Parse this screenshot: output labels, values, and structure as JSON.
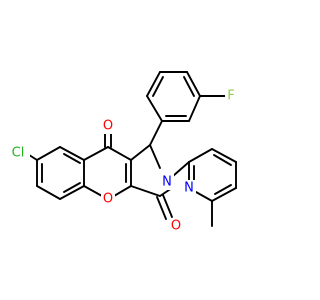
{
  "image": {
    "background": "#ffffff",
    "bond_color": "#000000"
  },
  "atoms": [
    {
      "id": "Cl",
      "label": "Cl",
      "color": "#23b523"
    },
    {
      "id": "O9",
      "label": "O",
      "color": "#ff0000"
    },
    {
      "id": "O_pyran",
      "label": "O",
      "color": "#ff0000"
    },
    {
      "id": "O3",
      "label": "O",
      "color": "#ff0000"
    },
    {
      "id": "N2",
      "label": "N",
      "color": "#0000ff"
    },
    {
      "id": "N_pyr",
      "label": "N",
      "color": "#0000ff"
    },
    {
      "id": "F",
      "label": "F",
      "color": "#8fcf50"
    }
  ]
}
